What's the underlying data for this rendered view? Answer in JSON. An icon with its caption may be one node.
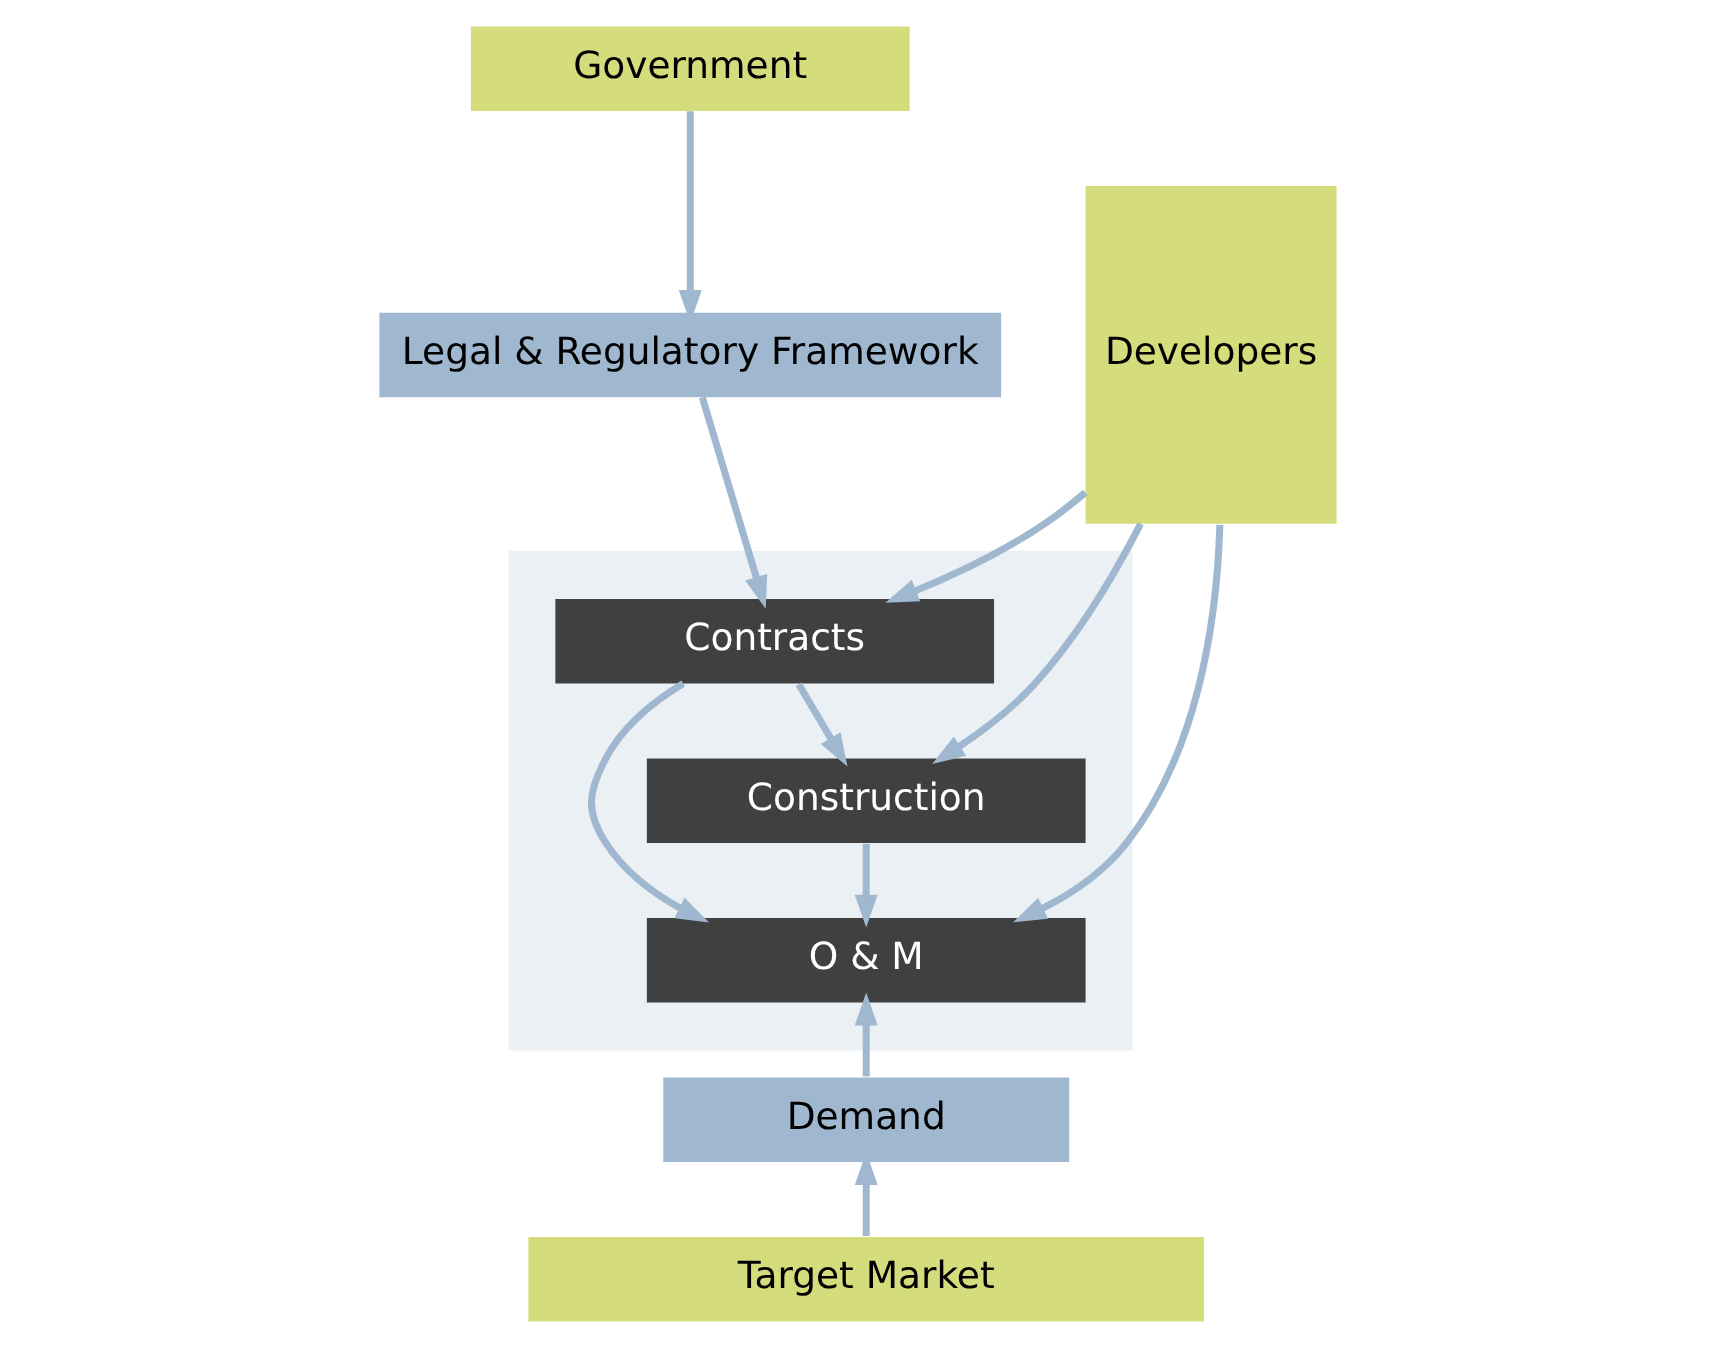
{
  "diagram": {
    "nodes": [
      {
        "text": [
          "Government"
        ]
      },
      {
        "text": [
          "Legal & Regulatory Framework"
        ]
      },
      {
        "text": [
          "Developers"
        ]
      },
      {
        "text": [],
        "shape": "box"
      },
      {
        "text": [
          "Contracts"
        ],
        "in": 3
      },
      {
        "text": [
          "Construction"
        ],
        "in": 3
      },
      {
        "text": [
          "O & M"
        ],
        "in": 3
      },
      {
        "text": [
          "Demand"
        ]
      },
      {
        "text": [
          "Target Market"
        ]
      }
    ],
    "edges": [
      {
        "from": 0,
        "to": 1,
        "arrow": "to"
      },
      {
        "from": 1,
        "to": 4,
        "arrow": "to"
      },
      {
        "from": 2,
        "to": 4,
        "arrow": "to"
      },
      {
        "from": 2,
        "to": 5,
        "arrow": "to"
      },
      {
        "from": 2,
        "to": 6,
        "arrow": "to"
      },
      {
        "from": 4,
        "to": 5,
        "arrow": "to"
      },
      {
        "from": 4,
        "to": 6,
        "arrow": "to"
      },
      {
        "from": 5,
        "to": 6,
        "arrow": "to"
      },
      {
        "from": 7,
        "to": 6,
        "arrow": "to"
      },
      {
        "from": 8,
        "to": 7,
        "arrow": "to"
      }
    ]
  }
}
